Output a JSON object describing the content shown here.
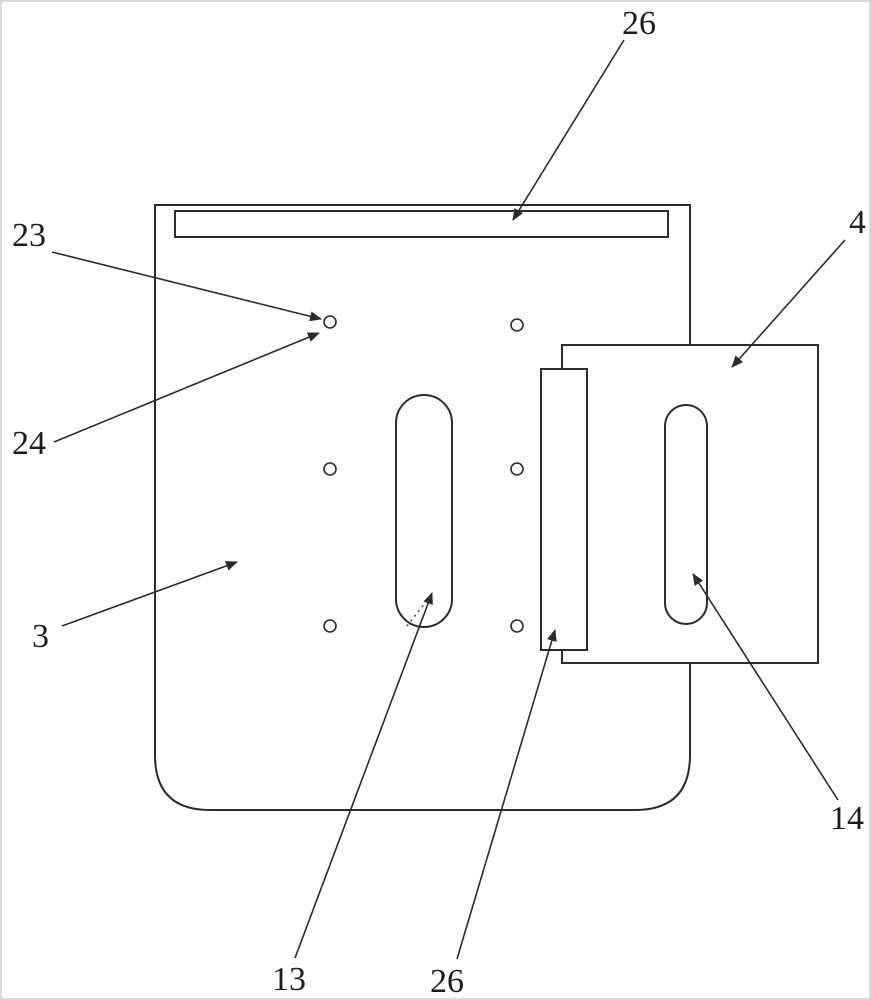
{
  "diagram": {
    "title": "mounting-plate-patent-figure",
    "labels": {
      "top_26": "26",
      "right_4": "4",
      "left_23": "23",
      "left_24": "24",
      "left_3": "3",
      "bottom_13": "13",
      "bottom_26": "26",
      "right_14": "14"
    },
    "colors": {
      "line": "#2b2b2b",
      "background": "#ffffff",
      "frame": "#d9d9d9"
    }
  }
}
